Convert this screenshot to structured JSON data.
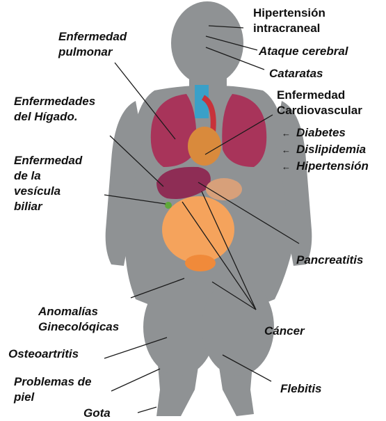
{
  "labels": {
    "hipertension_intracraneal": [
      "Hipertensión",
      "intracraneal"
    ],
    "ataque_cerebral": "Ataque cerebral",
    "cataratas": "Cataratas",
    "enfermedad_cardiovascular": [
      "Enfermedad",
      "Cardiovascular"
    ],
    "diabetes": "Diabetes",
    "dislipidemia": "Dislipidemia",
    "hipertension": "Hipertensión",
    "enfermedad_pulmonar": [
      "Enfermedad",
      "pulmonar"
    ],
    "enfermedades_higado": [
      "Enfermedades",
      "del Hígado."
    ],
    "vesicula_biliar": [
      "Enfermedad",
      "de la",
      "vesícula",
      "biliar"
    ],
    "pancreatitis": "Pancreatitis",
    "anomalias_ginecologicas": [
      "Anomalías",
      "Ginecolóqicas"
    ],
    "cancer": "Cáncer",
    "osteoartritis": "Osteoartritis",
    "problemas_piel": [
      "Problemas de",
      "piel"
    ],
    "gota": "Gota",
    "flebitis": "Flebitis"
  },
  "arrow_glyph": "←",
  "colors": {
    "silhouette": "#8f9294",
    "lung": "#a8345a",
    "liver": "#8e2d55",
    "heart": "#d98a3c",
    "intestine": "#f5a35c",
    "leader_line": "#1a1a1a"
  }
}
